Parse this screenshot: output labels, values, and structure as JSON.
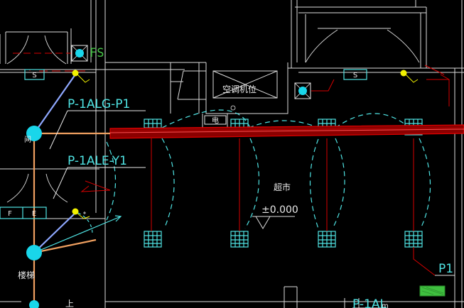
{
  "labels": {
    "cable_upper": "P-1ALG-P1",
    "cable_lower": "P-1ALE-Y1",
    "room_ahu": "空调机位",
    "room_supermarket": "超市",
    "elevation": "±0.000",
    "panel_p1": "P1",
    "cable_bottom": "P-1AL",
    "cable_bottom_suffix": "m",
    "stair_label": "楼梯",
    "left_room_mark": "间",
    "bottom_left_text": "上",
    "fs_tag": "FS",
    "small_box_label": "电",
    "switch_s_left": "S",
    "switch_s_right": "S",
    "switch_f": "F",
    "switch_f_2": "E"
  },
  "colors": {
    "background": "#000000",
    "walls": "#e8e8e8",
    "cable_red": "#d60000",
    "cable_cyan": "#4fe3e3",
    "orange_wire": "#f0a060",
    "blue_wire": "#8fa8ff",
    "yellow_fixture": "#f2f200",
    "green_panel": "#3fbf3f"
  }
}
